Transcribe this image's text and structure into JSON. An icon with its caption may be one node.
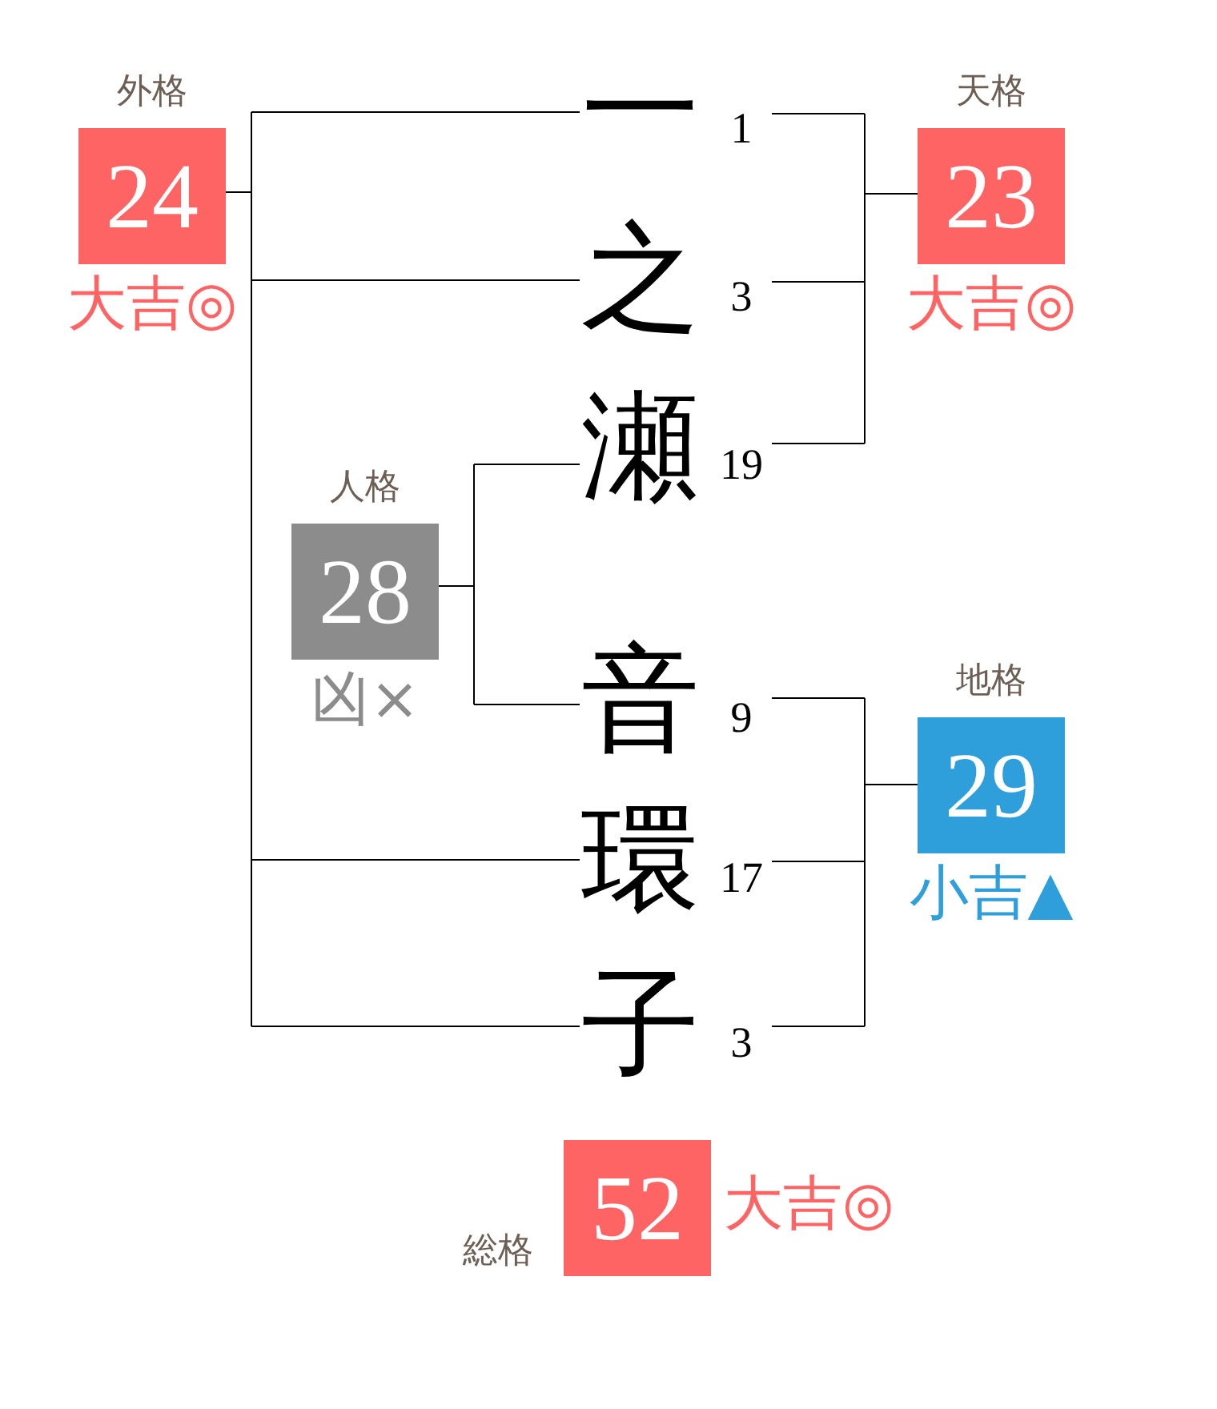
{
  "diagram": {
    "nodes": [
      {
        "text": [
          "外格",
          "24"
        ],
        "beside": [
          "大吉◎"
        ]
      },
      {
        "text": [
          "一"
        ],
        "beside": [
          "1"
        ]
      },
      {
        "text": [
          "天格",
          "23"
        ],
        "beside": [
          "大吉◎"
        ]
      },
      {
        "text": [
          "之"
        ],
        "beside": [
          "3"
        ]
      },
      {
        "text": [
          "瀬"
        ],
        "beside": [
          "19"
        ]
      },
      {
        "text": [
          "人格",
          "28"
        ],
        "beside": [
          "凶×"
        ]
      },
      {
        "text": [
          "音"
        ],
        "beside": [
          "9"
        ]
      },
      {
        "text": [
          "地格",
          "29"
        ],
        "beside": [
          "小吉▲"
        ]
      },
      {
        "text": [
          "環"
        ],
        "beside": [
          "17"
        ]
      },
      {
        "text": [
          "子"
        ],
        "beside": [
          "3"
        ]
      },
      {
        "text": [
          "総格",
          "52"
        ],
        "beside": [
          "大吉◎"
        ]
      }
    ],
    "edges": [
      {
        "from": 1,
        "to": 0,
        "arrow": "none"
      },
      {
        "from": 3,
        "to": 0,
        "arrow": "none"
      },
      {
        "from": 8,
        "to": 0,
        "arrow": "none"
      },
      {
        "from": 9,
        "to": 0,
        "arrow": "none"
      },
      {
        "from": 1,
        "to": 2,
        "arrow": "none"
      },
      {
        "from": 3,
        "to": 2,
        "arrow": "none"
      },
      {
        "from": 4,
        "to": 2,
        "arrow": "none"
      },
      {
        "from": 4,
        "to": 5,
        "arrow": "none"
      },
      {
        "from": 6,
        "to": 5,
        "arrow": "none"
      },
      {
        "from": 6,
        "to": 7,
        "arrow": "none"
      },
      {
        "from": 8,
        "to": 7,
        "arrow": "none"
      },
      {
        "from": 9,
        "to": 7,
        "arrow": "none"
      }
    ]
  }
}
